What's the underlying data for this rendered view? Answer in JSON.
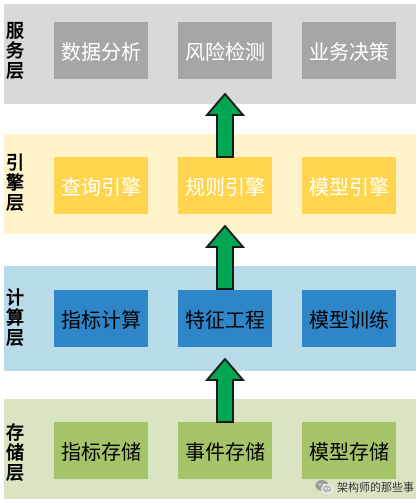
{
  "colors": {
    "service_band": "#d9d9d9",
    "service_box": "#a6a6a6",
    "engine_band": "#fff3cc",
    "engine_box": "#ffd54f",
    "compute_band": "#b7dce8",
    "compute_box": "#2e86c9",
    "storage_band": "#d8e4c2",
    "storage_box": "#a5c46a",
    "arrow_fill": "#00a651",
    "arrow_stroke": "#1a1a1a"
  },
  "layers": [
    {
      "label": "服务层",
      "boxes": [
        "数据分析",
        "风险检测",
        "业务决策"
      ]
    },
    {
      "label": "引擎层",
      "boxes": [
        "查询引擎",
        "规则引擎",
        "模型引擎"
      ]
    },
    {
      "label": "计算层",
      "boxes": [
        "指标计算",
        "特征工程",
        "模型训练"
      ]
    },
    {
      "label": "存储层",
      "boxes": [
        "指标存储",
        "事件存储",
        "模型存储"
      ]
    }
  ],
  "watermark": {
    "text": "架构师的那些事",
    "icon": "wechat-icon"
  }
}
